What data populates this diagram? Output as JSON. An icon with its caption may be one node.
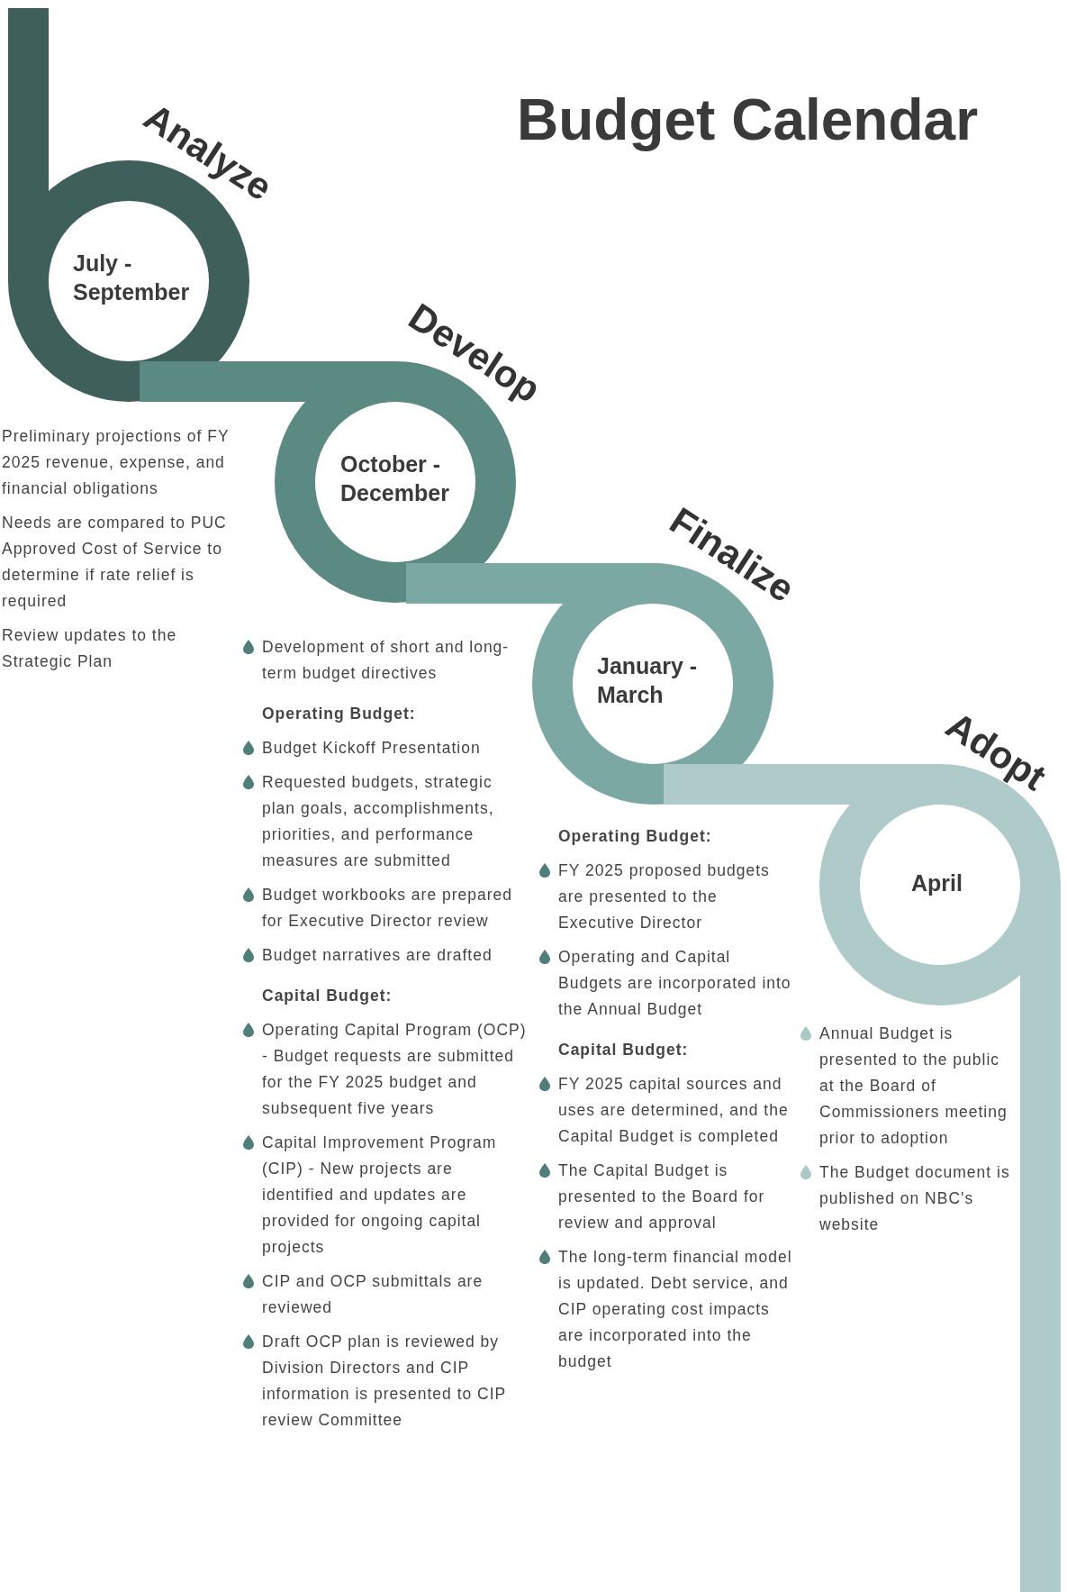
{
  "diagram": {
    "title": "Budget Calendar",
    "nodes": [
      {
        "text": [
          "Analyze",
          "July - September"
        ]
      },
      {
        "text": [
          "Develop",
          "October - December"
        ]
      },
      {
        "text": [
          "Finalize",
          "January - March"
        ]
      },
      {
        "text": [
          "Adopt",
          "April"
        ]
      },
      {
        "text": [],
        "shape": "bar"
      },
      {
        "text": [],
        "shape": "bar"
      }
    ],
    "edges": [
      {
        "from": 0,
        "to": 1,
        "arrow": "none",
        "color": "#5b8a83"
      },
      {
        "from": 1,
        "to": 2,
        "arrow": "none",
        "color": "#7ba8a3"
      },
      {
        "from": 2,
        "to": 3,
        "arrow": "none",
        "color": "#aecbc9"
      }
    ],
    "labels": [
      "Preliminary projections of FY 2025 revenue, expense, and financial obligations",
      "Needs are compared to PUC Approved Cost of Service to determine if rate relief is required",
      "Review updates to the Strategic Plan",
      "Development of short and long-term budget directives",
      "Operating Budget:",
      "Budget Kickoff Presentation",
      "Requested budgets, strategic plan goals, accomplishments, priorities, and performance measures are submitted",
      "Budget workbooks are prepared for Executive Director review",
      "Budget narratives are drafted",
      "Capital Budget:",
      "Operating Capital Program (OCP) - Budget requests are submitted for the FY 2025 budget and subsequent five years",
      "Capital Improvement Program (CIP) - New projects are identified and updates are provided for ongoing capital projects",
      "CIP and OCP submittals are reviewed",
      "Draft OCP plan is reviewed by Division Directors and CIP information is presented to CIP review Committee",
      "Operating Budget:",
      "FY 2025 proposed budgets are presented to the Executive Director",
      "Operating and Capital Budgets are incorporated into the Annual Budget",
      "Capital Budget:",
      "FY 2025 capital sources and uses are determined, and the Capital Budget is completed",
      "The Capital Budget is presented to the Board for review and approval",
      "The long-term financial model is updated. Debt service, and CIP operating cost impacts are incorporated into the budget",
      "Annual Budget is presented to the public at the Board of Commissioners meeting prior to adoption",
      "The Budget document is published on NBC's website"
    ]
  }
}
